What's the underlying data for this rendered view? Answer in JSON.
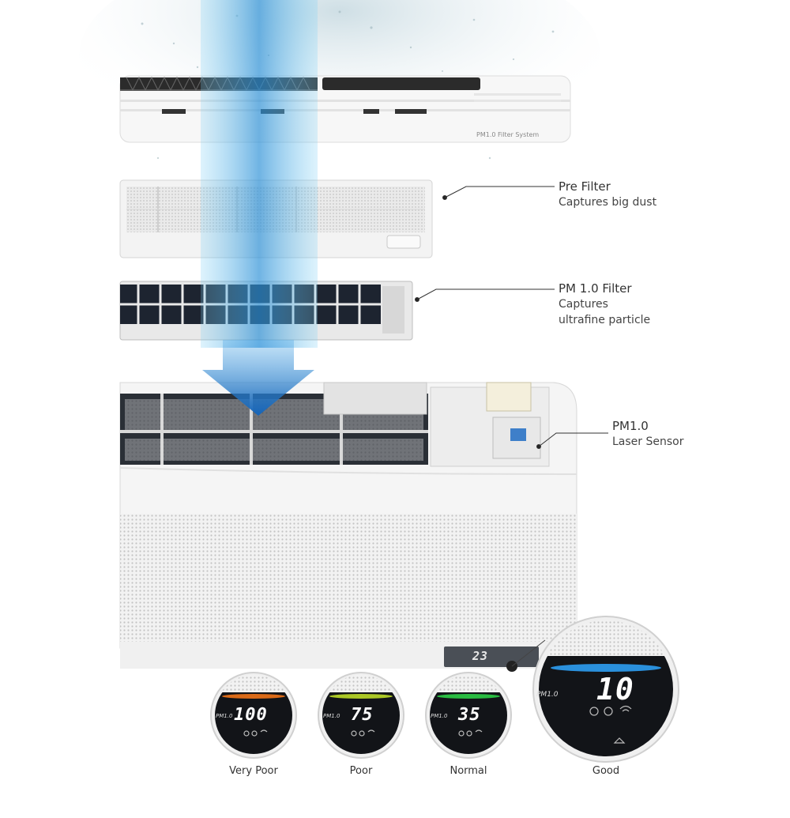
{
  "panel_text": "PM1.0 Filter System",
  "callouts": [
    {
      "title": "Pre Filter",
      "lines": [
        "Captures big dust"
      ]
    },
    {
      "title": "PM 1.0 Filter",
      "lines": [
        "Captures",
        "ultrafine particle"
      ]
    },
    {
      "title": "PM1.0",
      "lines": [
        "Laser Sensor"
      ]
    }
  ],
  "unit_display": "23",
  "gauges": [
    {
      "tag": "PM1.0",
      "value": "100",
      "label": "Very Poor",
      "glow": "#ff7a1a"
    },
    {
      "tag": "PM1.0",
      "value": "75",
      "label": "Poor",
      "glow": "#c8e82a"
    },
    {
      "tag": "PM1.0",
      "value": "35",
      "label": "Normal",
      "glow": "#2fd94a"
    },
    {
      "tag": "PM1.0",
      "value": "10",
      "label": "Good",
      "glow": "#2fa6ff"
    }
  ],
  "colors": {
    "arrow": "#1f78c8",
    "beam": "#6fc3ef"
  }
}
